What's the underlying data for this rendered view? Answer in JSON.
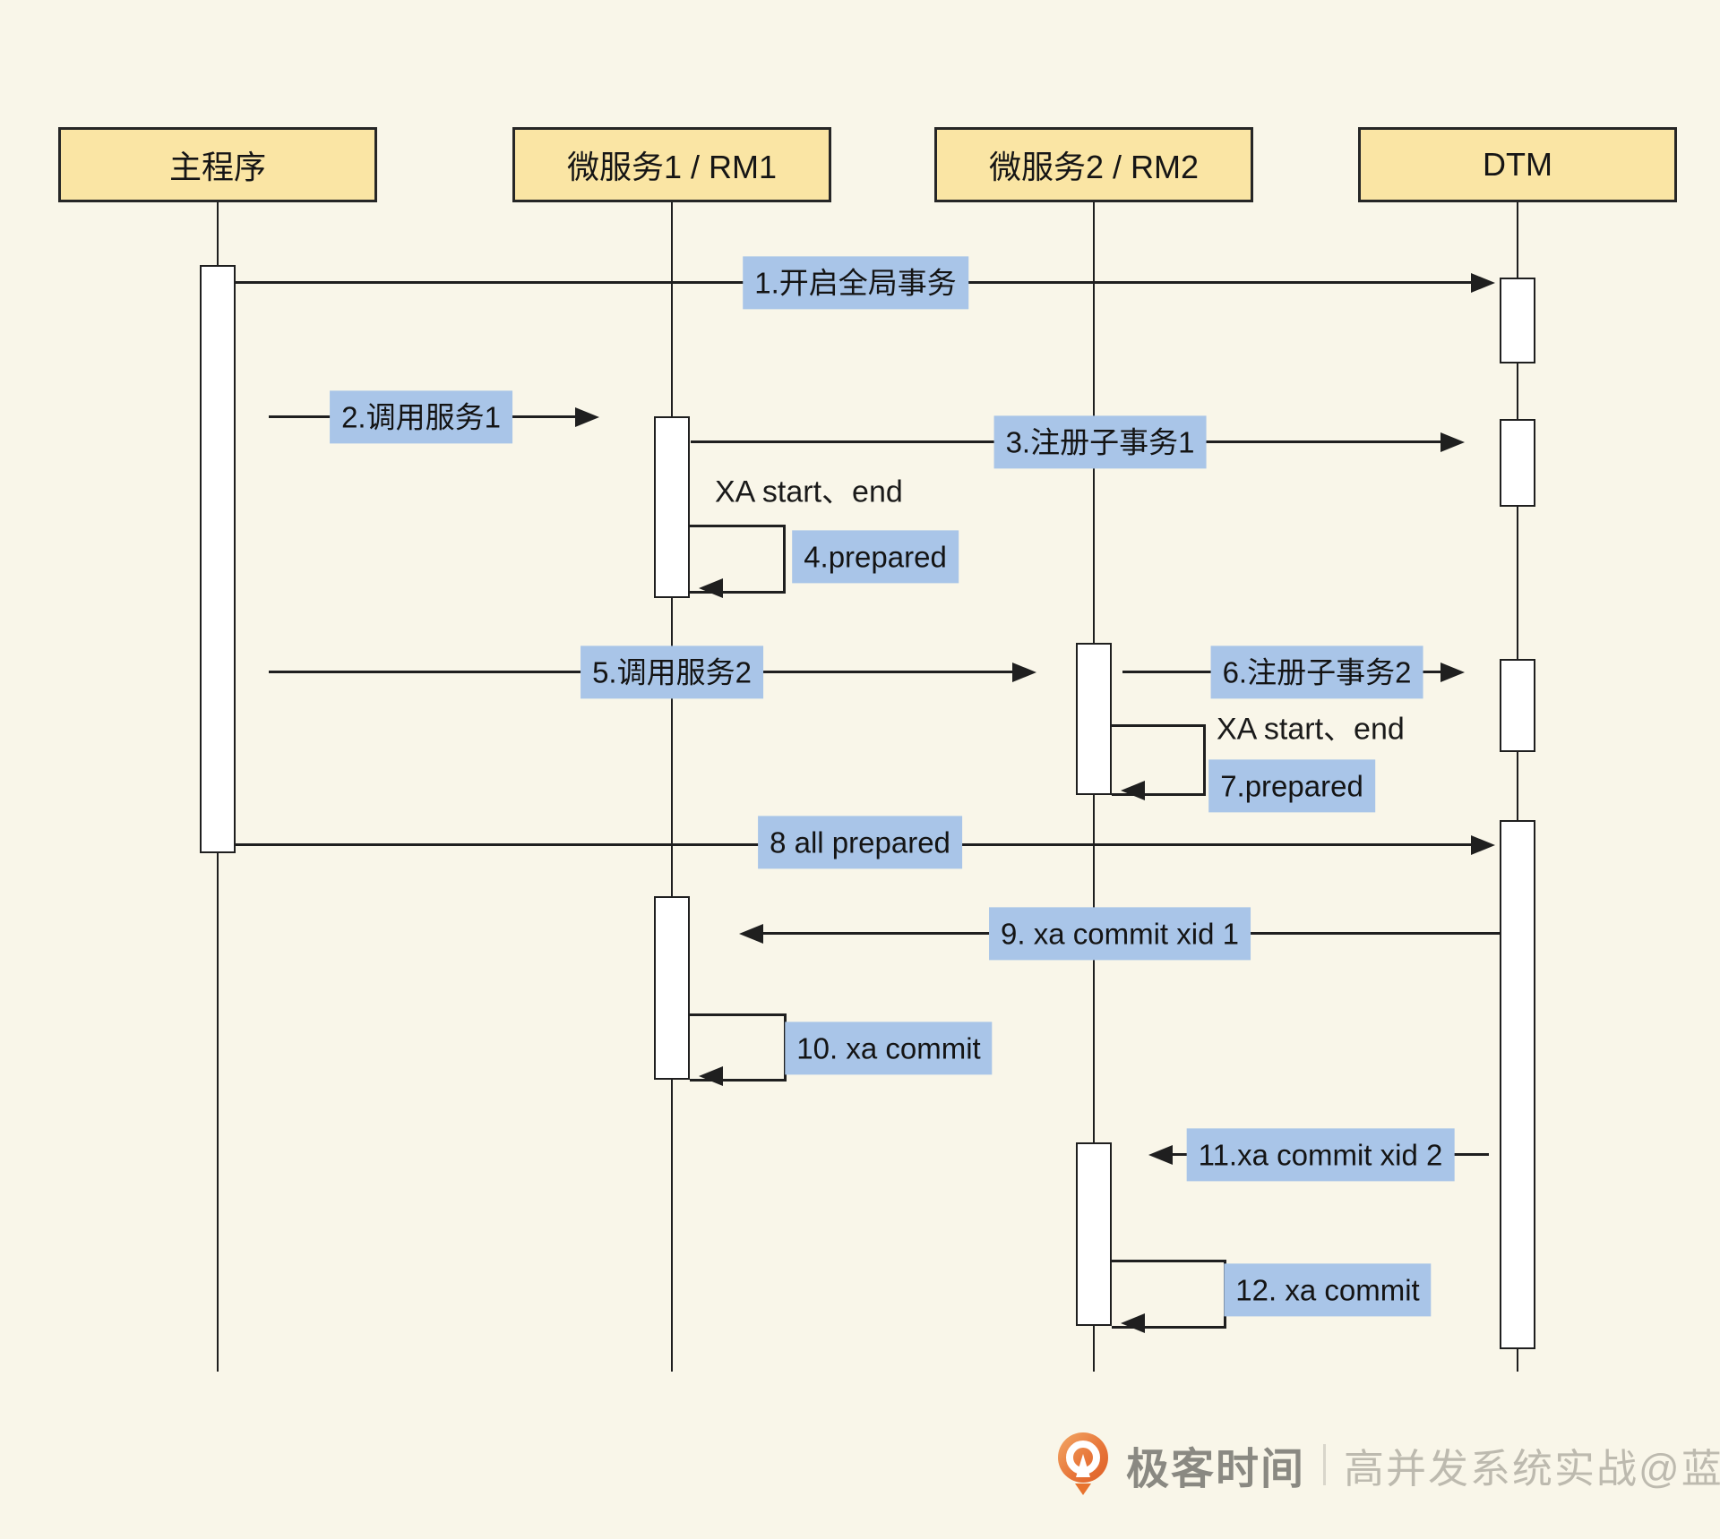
{
  "diagram": {
    "participants": [
      {
        "label": "主程序"
      },
      {
        "label": "微服务1 / RM1"
      },
      {
        "label": "微服务2 / RM2"
      },
      {
        "label": "DTM"
      }
    ],
    "messages": [
      {
        "label": "1.开启全局事务",
        "from": "主程序",
        "to": "DTM"
      },
      {
        "label": "2.调用服务1",
        "from": "主程序",
        "to": "微服务1 / RM1"
      },
      {
        "label": "3.注册子事务1",
        "from": "微服务1 / RM1",
        "to": "DTM"
      },
      {
        "label": "4.prepared",
        "from": "微服务1 / RM1",
        "to": "微服务1 / RM1",
        "self": true
      },
      {
        "label": "5.调用服务2",
        "from": "主程序",
        "to": "微服务2 / RM2"
      },
      {
        "label": "6.注册子事务2",
        "from": "微服务2 / RM2",
        "to": "DTM"
      },
      {
        "label": "7.prepared",
        "from": "微服务2 / RM2",
        "to": "微服务2 / RM2",
        "self": true
      },
      {
        "label": "8 all prepared",
        "from": "主程序",
        "to": "DTM"
      },
      {
        "label": "9. xa commit xid 1",
        "from": "DTM",
        "to": "微服务1 / RM1"
      },
      {
        "label": "10. xa commit",
        "from": "微服务1 / RM1",
        "to": "微服务1 / RM1",
        "self": true
      },
      {
        "label": "11.xa commit xid 2",
        "from": "DTM",
        "to": "微服务2 / RM2"
      },
      {
        "label": "12. xa commit",
        "from": "微服务2 / RM2",
        "to": "微服务2 / RM2",
        "self": true
      }
    ],
    "notes": [
      {
        "text": "XA start、end"
      },
      {
        "text": "XA start、end"
      }
    ],
    "colors": {
      "background": "#F9F6E9",
      "participant_fill": "#FAE5A4",
      "message_label_fill": "#A9C5E8",
      "line": "#1F1F1F"
    }
  },
  "footer": {
    "brand": "极客时间",
    "divider": "|",
    "credit": "高并发系统实战@蓝天",
    "logo": "geektime-logo",
    "brand_color": "#8A8982",
    "credit_color": "#BDBAAF",
    "logo_color": "#E8732E"
  }
}
